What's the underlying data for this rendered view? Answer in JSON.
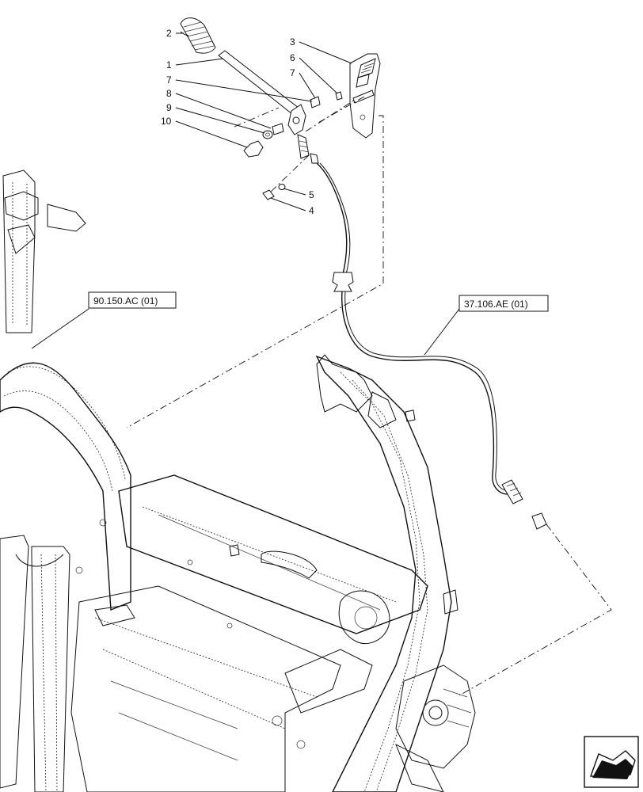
{
  "callouts": {
    "c2": "2",
    "c1": "1",
    "c7a": "7",
    "c8": "8",
    "c9": "9",
    "c10": "10",
    "c3": "3",
    "c6": "6",
    "c7b": "7",
    "c5": "5",
    "c4": "4"
  },
  "references": {
    "frame_ref": "90.150.AC (01)",
    "cable_ref": "37.106.AE (01)"
  },
  "nav_icon": "arrow-direction-icon"
}
